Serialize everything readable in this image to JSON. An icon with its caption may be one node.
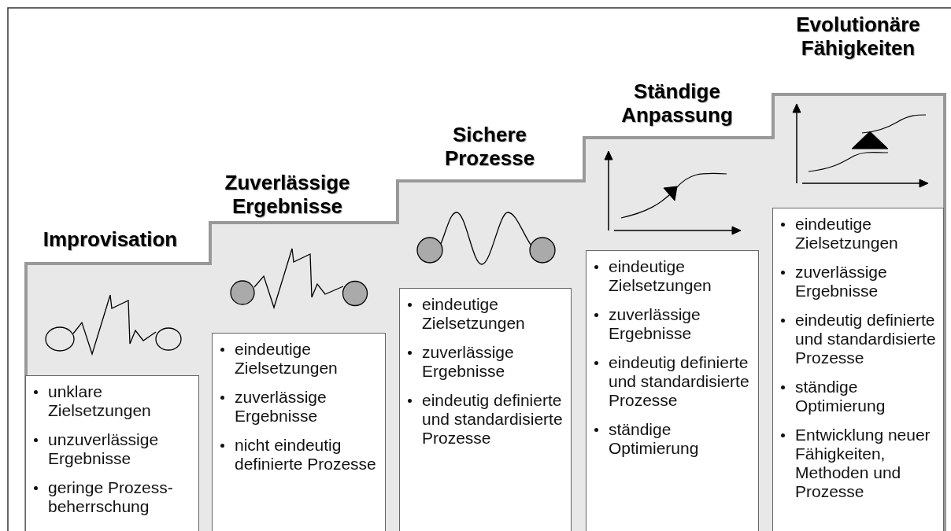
{
  "diagram": {
    "nodes": [
      {
        "text": [
          "unklare Zielsetzungen",
          "unzuverlässige Ergebnisse",
          "geringe Prozess-beherrschung"
        ]
      },
      {
        "text": [
          "eindeutige Zielsetzungen",
          "zuverlässige Ergebnisse",
          "nicht eindeutig definierte Prozesse"
        ]
      },
      {
        "text": [
          "eindeutige Zielsetzungen",
          "zuverlässige Ergebnisse",
          "eindeutig definierte und standardisierte Prozesse"
        ]
      },
      {
        "text": [
          "eindeutige Zielsetzungen",
          "zuverlässige Ergebnisse",
          "eindeutig definierte und standardisierte Prozesse",
          "ständige Optimierung"
        ]
      },
      {
        "text": [
          "eindeutige Zielsetzungen",
          "zuverlässige Ergebnisse",
          "eindeutig definierte und standardisierte Prozesse",
          "ständige Optimierung",
          "Entwicklung neuer Fähigkeiten, Methoden und Prozesse"
        ]
      }
    ],
    "labels": [
      "Evolutionäre Fähigkeiten",
      "Ständige Anpassung",
      "Sichere Prozesse",
      "Zuverlässige Ergebnisse",
      "Improvisation"
    ]
  }
}
